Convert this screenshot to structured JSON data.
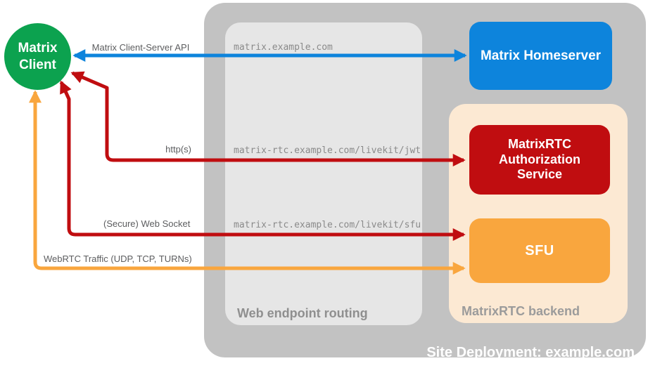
{
  "client": {
    "label": "Matrix Client"
  },
  "homeserver": {
    "label": "Matrix Homeserver"
  },
  "routing": {
    "caption": "Web endpoint routing",
    "endpoints": [
      "matrix.example.com",
      "matrix-rtc.example.com/livekit/jwt",
      "matrix-rtc.example.com/livekit/sfu"
    ]
  },
  "backend": {
    "caption": "MatrixRTC backend",
    "services": [
      {
        "label": "MatrixRTC Authorization Service"
      },
      {
        "label": "SFU"
      }
    ]
  },
  "connections": [
    {
      "label": "Matrix Client-Server API",
      "color": "#0d84dc"
    },
    {
      "label": "http(s)",
      "color": "#c00d10"
    },
    {
      "label": "(Secure) Web Socket",
      "color": "#c00d10"
    },
    {
      "label": "WebRTC Traffic (UDP, TCP, TURNs)",
      "color": "#f9a63e"
    }
  ],
  "deployment": {
    "caption": "Site Deployment: example.com"
  },
  "colors": {
    "client_green": "#0ca24f",
    "homeserver_blue": "#0d84dc",
    "auth_red": "#c00d10",
    "sfu_orange": "#f9a63e",
    "backend_peach": "#fce9d3",
    "container_gray": "#c2c2c2",
    "routing_gray": "#e6e6e6"
  }
}
